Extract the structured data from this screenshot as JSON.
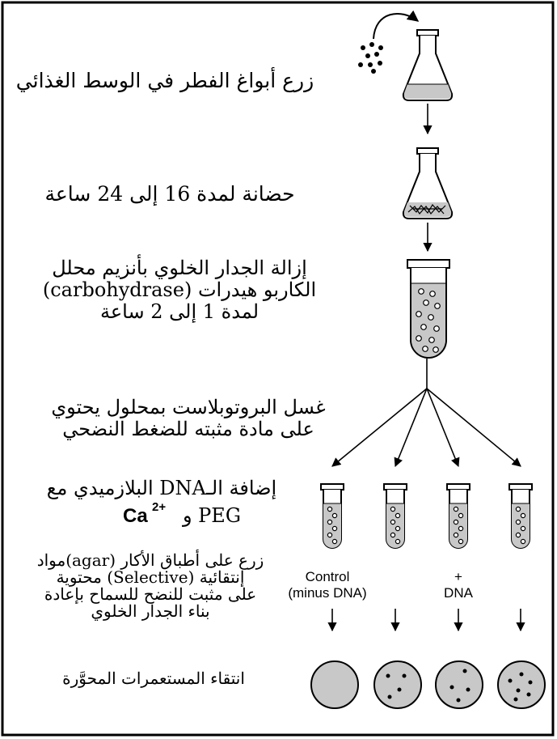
{
  "steps": {
    "inoculate": "زرع أبواغ الفطر في الوسط الغذائي",
    "incubate": "حضانة لمدة 16 إلى 24 ساعة",
    "digest": [
      "إزالة الجدار الخلوي بأنزيم محلل",
      "الكاربو هيدرات (carbohydrase)",
      "لمدة 1 إلى 2 ساعة"
    ],
    "wash": [
      "غسل البروتوبلاست بمحلول يحتوي",
      "على مادة مثبته للضغط النضحي"
    ],
    "add_dna": {
      "line1": "إضافة الـDNA البلازميدي مع",
      "line2_text": "PEG و",
      "line2_ion": "Ca",
      "line2_charge": "2+"
    },
    "plate": [
      "زرع على أطباق الأكار (agar)مواد",
      "إنتقائية (Selective) محتوية",
      "على مثبت للنضح للسماح بإعادة",
      "بناء الجدار الخلوي"
    ],
    "select": "انتقاء المستعمرات المحوَّرة"
  },
  "labels": {
    "control": [
      "Control",
      "(minus DNA)"
    ],
    "plus_sign": "+",
    "dna": "DNA"
  }
}
